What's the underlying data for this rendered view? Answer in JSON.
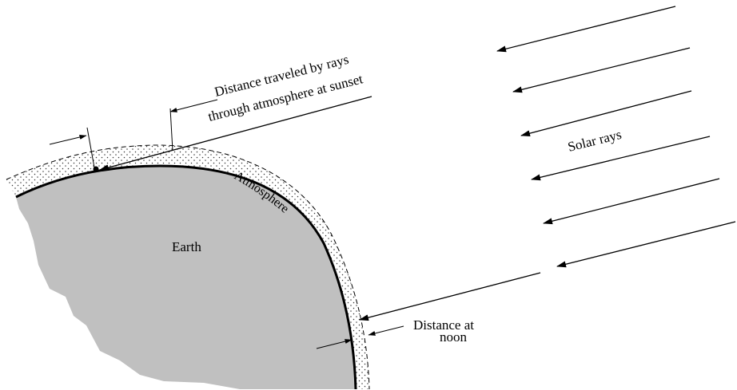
{
  "labels": {
    "sunset_line1": "Distance traveled by rays",
    "sunset_line2": "through atmosphere at sunset",
    "solar_rays": "Solar rays",
    "atmosphere": "Atmosphere",
    "earth": "Earth",
    "noon_line1": "Distance at",
    "noon_line2": "noon"
  },
  "colors": {
    "earth_fill": "#c0c0c0",
    "ink": "#000000",
    "background": "#ffffff"
  }
}
